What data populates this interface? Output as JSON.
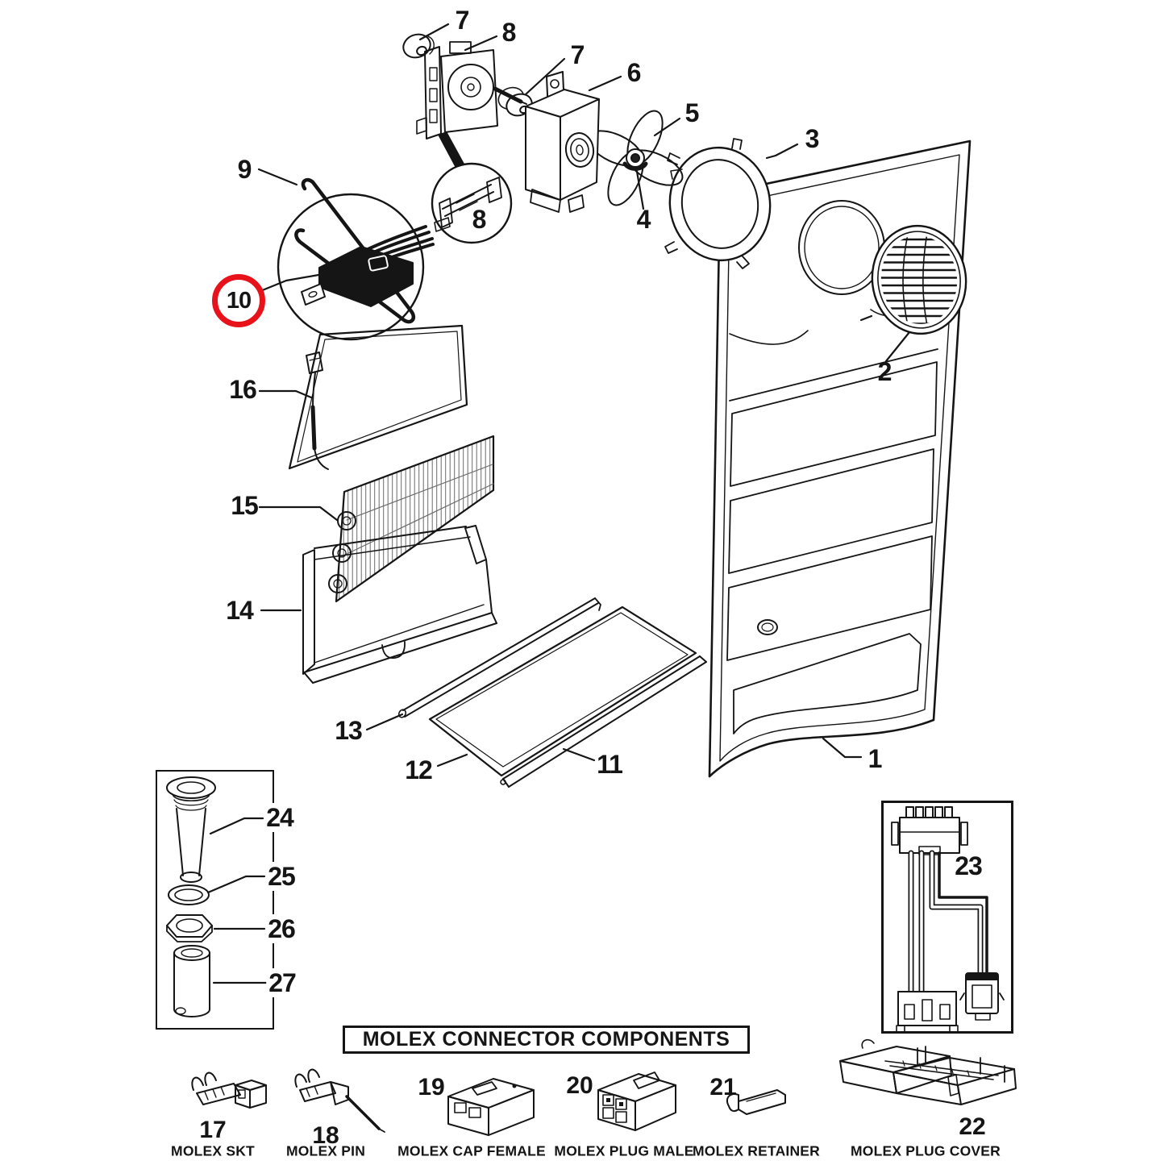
{
  "palette": {
    "ink": "#151515",
    "background": "#ffffff",
    "highlight": "#e8121a"
  },
  "callouts": [
    {
      "id": "7a",
      "label": "7"
    },
    {
      "id": "8a",
      "label": "8"
    },
    {
      "id": "7b",
      "label": "7"
    },
    {
      "id": "6",
      "label": "6"
    },
    {
      "id": "5",
      "label": "5"
    },
    {
      "id": "3",
      "label": "3"
    },
    {
      "id": "9",
      "label": "9"
    },
    {
      "id": "8b",
      "label": "8"
    },
    {
      "id": "4",
      "label": "4"
    },
    {
      "id": "10",
      "label": "10",
      "highlighted": true
    },
    {
      "id": "2",
      "label": "2"
    },
    {
      "id": "16",
      "label": "16"
    },
    {
      "id": "15",
      "label": "15"
    },
    {
      "id": "14",
      "label": "14"
    },
    {
      "id": "13",
      "label": "13"
    },
    {
      "id": "12",
      "label": "12"
    },
    {
      "id": "11",
      "label": "11"
    },
    {
      "id": "1",
      "label": "1"
    },
    {
      "id": "24",
      "label": "24"
    },
    {
      "id": "25",
      "label": "25"
    },
    {
      "id": "26",
      "label": "26"
    },
    {
      "id": "27",
      "label": "27"
    },
    {
      "id": "23",
      "label": "23"
    }
  ],
  "molex": {
    "title": "MOLEX CONNECTOR COMPONENTS",
    "items": [
      {
        "number": "17",
        "caption": "MOLEX SKT"
      },
      {
        "number": "18",
        "caption": "MOLEX PIN"
      },
      {
        "number": "19",
        "caption": "MOLEX CAP FEMALE"
      },
      {
        "number": "20",
        "caption": "MOLEX PLUG MALE"
      },
      {
        "number": "21",
        "caption": "MOLEX RETAINER"
      },
      {
        "number": "22",
        "caption": "MOLEX PLUG COVER"
      }
    ]
  }
}
